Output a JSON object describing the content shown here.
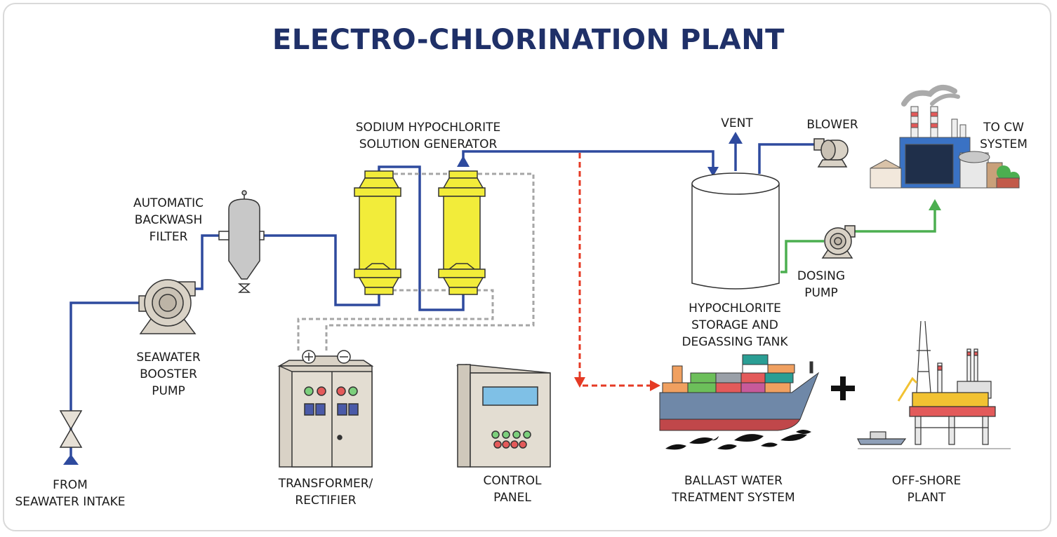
{
  "title": "ELECTRO-CHLORINATION PLANT",
  "labels": {
    "intake": [
      "FROM",
      "SEAWATER INTAKE"
    ],
    "booster_pump": [
      "SEAWATER",
      "BOOSTER",
      "PUMP"
    ],
    "filter": [
      "AUTOMATIC",
      "BACKWASH",
      "FILTER"
    ],
    "generator": [
      "SODIUM HYPOCHLORITE",
      "SOLUTION GENERATOR"
    ],
    "transformer": [
      "TRANSFORMER/",
      "RECTIFIER"
    ],
    "control_panel": [
      "CONTROL",
      "PANEL"
    ],
    "vent": [
      "VENT"
    ],
    "blower": [
      "BLOWER"
    ],
    "tank": [
      "HYPOCHLORITE",
      "STORAGE AND",
      "DEGASSING TANK"
    ],
    "dosing_pump": [
      "DOSING",
      "PUMP"
    ],
    "cw_system": [
      "TO CW",
      "SYSTEM"
    ],
    "ballast": [
      "BALLAST WATER",
      "TREATMENT SYSTEM"
    ],
    "offshore": [
      "OFF-SHORE",
      "PLANT"
    ]
  },
  "colors": {
    "title": "#1f3068",
    "seawater_line": "#2e4a9e",
    "dosing_line": "#4caf50",
    "ballast_line": "#e53a24",
    "electrical_line": "#a6a6a6",
    "cell_yellow": "#f2ec3a",
    "equipment_grey": "#d9d2c6"
  }
}
